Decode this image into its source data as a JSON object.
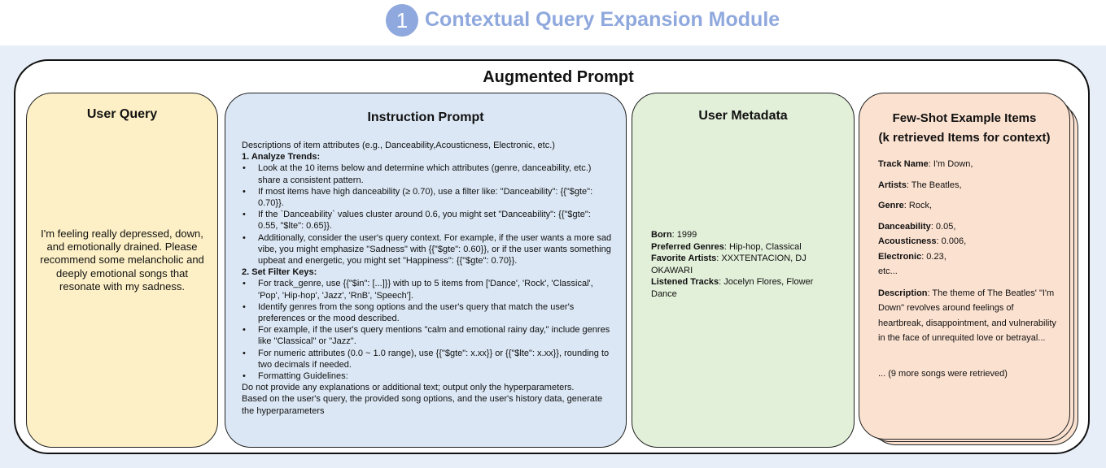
{
  "header": {
    "step_number": "1",
    "module_title": "Contextual Query Expansion Module"
  },
  "augmented_prompt": {
    "title": "Augmented Prompt"
  },
  "user_query": {
    "title": "User Query",
    "text": "I'm feeling really depressed, down, and emotionally drained. Please recommend some melancholic and deeply emotional songs that resonate with my sadness."
  },
  "instruction_prompt": {
    "title": "Instruction Prompt",
    "intro": "Descriptions of item attributes (e.g., Danceability,Acousticness, Electronic, etc.)",
    "section1_heading": "1. Analyze Trends:",
    "section1_bullets": [
      "Look at the 10 items below and determine which attributes (genre, danceability, etc.) share a consistent pattern.",
      "If most items have high danceability (≥ 0.70), use a filter like: \"Danceability\": {{\"$gte\": 0.70}}.",
      "If the `Danceability` values cluster around 0.6, you might set \"Danceability\": {{\"$gte\": 0.55, \"$lte\": 0.65}}.",
      "Additionally, consider the user's query context. For example, if the user wants a more sad vibe, you might emphasize \"Sadness\" with {{\"$gte\": 0.60}}, or if the user wants something upbeat and energetic, you might set \"Happiness\": {{\"$gte\": 0.70}}."
    ],
    "section2_heading": "2. Set Filter Keys:",
    "section2_bullets": [
      "For track_genre, use {{\"$in\": [...]}} with up to 5 items from ['Dance', 'Rock', 'Classical', 'Pop', 'Hip-hop', 'Jazz', 'RnB', 'Speech'].",
      "Identify genres from the song options and the user's query that match the user's preferences or the mood described.",
      "For example, if the user's query mentions \"calm and emotional rainy day,\" include genres like \"Classical\" or \"Jazz\".",
      "For numeric attributes (0.0 ~ 1.0 range), use {{\"$gte\": x.xx}} or {{\"$lte\": x.xx}}, rounding to two decimals if needed.",
      "Formatting Guidelines:"
    ],
    "closing_lines": [
      "Do not provide any explanations or additional text; output only the hyperparameters.",
      "Based on the user's query, the provided song options, and the user's history data, generate the hyperparameters"
    ]
  },
  "user_metadata": {
    "title": "User Metadata",
    "born_label": "Born",
    "born_value": ": 1999",
    "genres_label": "Preferred Genres",
    "genres_value": ": Hip-hop, Classical",
    "artists_label": "Favorite Artists",
    "artists_value": ": XXXTENTACION, DJ OKAWARI",
    "tracks_label": "Listened Tracks",
    "tracks_value": ": Jocelyn Flores, Flower Dance"
  },
  "few_shot": {
    "title_line1": "Few-Shot Example Items",
    "title_line2": "(k retrieved Items for context)",
    "track_label": "Track Name",
    "track_value": ": I'm Down,",
    "artists_label": "Artists",
    "artists_value": ": The Beatles,",
    "genre_label": "Genre",
    "genre_value": ": Rock,",
    "dance_label": "Danceability",
    "dance_value": ": 0.05,",
    "acoustic_label": "Acousticness",
    "acoustic_value": ": 0.006,",
    "electronic_label": "Electronic",
    "electronic_value": ": 0.23,",
    "etc": "etc...",
    "desc_label": "Description",
    "desc_value": ": The theme of The Beatles' \"I'm Down\" revolves around feelings of heartbreak, disappointment, and vulnerability in the face of unrequited love or betrayal...",
    "more_note": "... (9 more songs were retrieved)"
  },
  "colors": {
    "accent": "#8fa8dd",
    "band_background": "#e8eef8",
    "user_query_fill": "#fdf0c6",
    "instruction_fill": "#dbe7f4",
    "metadata_fill": "#e2efd9",
    "few_shot_fill": "#fbe1d0"
  }
}
